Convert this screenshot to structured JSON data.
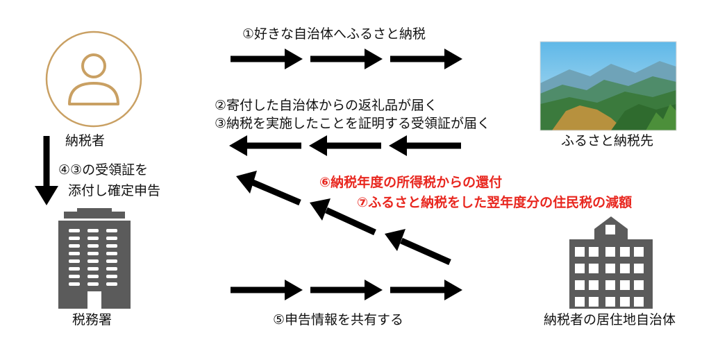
{
  "nodes": {
    "taxpayer": "納税者",
    "furusato_destination": "ふるさと納税先",
    "tax_office": "税務署",
    "residence_municipality": "納税者の居住地自治体"
  },
  "steps": {
    "step1": "①好きな自治体へふるさと納税",
    "step2": "②寄付した自治体からの返礼品が届く",
    "step3": "③納税を実施したことを証明する受領証が届く",
    "step4_line1": "④③の受領証を",
    "step4_line2": "添付し確定申告",
    "step5": "⑤申告情報を共有する",
    "step6": "⑥納税年度の所得税からの還付",
    "step7": "⑦ふるさと納税をした翌年度分の住民税の減額"
  },
  "colors": {
    "arrow": "#000000",
    "highlight_text": "#e8271f",
    "avatar_outline": "#c9a063",
    "building": "#5b5b5b"
  },
  "icons": {
    "taxpayer": "person-avatar-icon",
    "tax_office": "office-building-icon",
    "municipality": "city-building-icon",
    "destination": "mountain-landscape-photo"
  }
}
